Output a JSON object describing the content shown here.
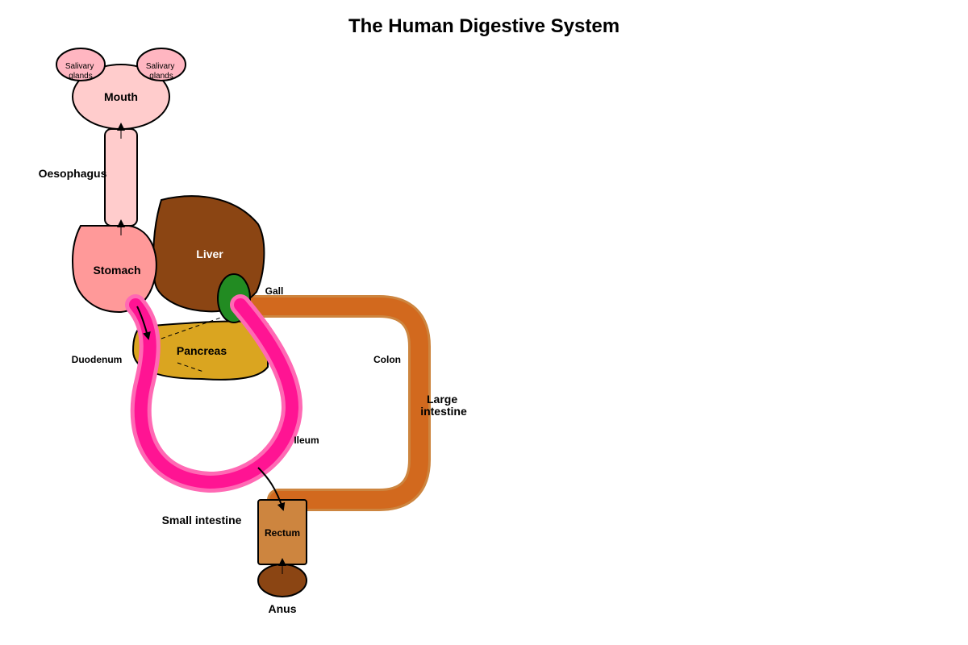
{
  "title": "The Human Digestive System",
  "organs": {
    "mouth": "Mouth",
    "salivary_left": [
      "Salivary",
      "glands"
    ],
    "salivary_right": [
      "Salivary",
      "glands"
    ],
    "oesophagus": "Oesophagus",
    "stomach": "Stomach",
    "liver": "Liver",
    "gall": "Gall",
    "pancreas": "Pancreas",
    "duodenum": "Duodenum",
    "colon": "Colon",
    "large_intestine": [
      "Large",
      "intestine"
    ],
    "ileum": "Ileum",
    "small_intestine": "Small intestine",
    "rectum": "Rectum",
    "anus": "Anus"
  },
  "colors": {
    "mouth": "#ffcccc",
    "salivary": "#ffb6c1",
    "oesophagus": "#ffcccc",
    "stomach": "#ff9999",
    "liver": "#8b4513",
    "gall": "#228b22",
    "pancreas": "#daa520",
    "small_intestine": "#ff1493",
    "small_intestine_halo": "#ff69b4",
    "large_intestine": "#d2691e",
    "large_intestine_halo": "#cd853f",
    "rectum": "#cd853f",
    "anus": "#8b4513"
  }
}
